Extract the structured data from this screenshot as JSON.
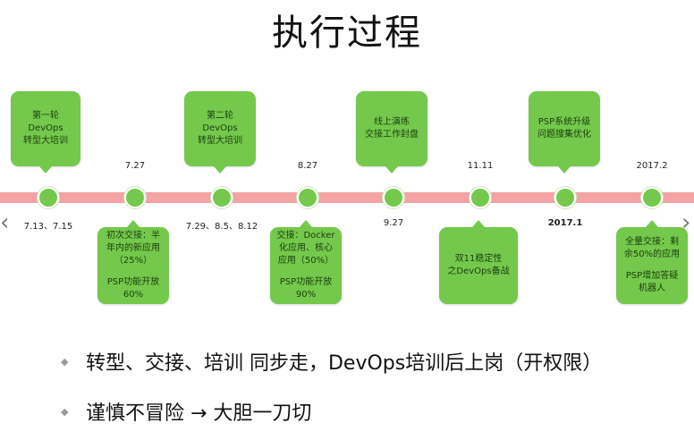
{
  "title": "执行过程",
  "timeline": {
    "boxes": [
      {
        "lines": [
          "第一轮",
          "DevOps",
          "转型大培训"
        ]
      },
      {
        "lines": [
          "初次交接：半",
          "年内的新应用",
          "（25%）",
          "",
          "PSP功能开放",
          "60%"
        ]
      },
      {
        "lines": [
          "第二轮",
          "DevOps",
          "转型大培训"
        ]
      },
      {
        "lines": [
          "交接：Docker",
          "化应用、核心",
          "应用（50%）",
          "",
          "PSP功能开放",
          "90%"
        ]
      },
      {
        "lines": [
          "线上演练",
          "交接工作封盘"
        ]
      },
      {
        "lines": [
          "双11稳定性",
          "之DevOps备战"
        ]
      },
      {
        "lines": [
          "PSP系统升级",
          "问题搜集优化"
        ]
      },
      {
        "lines": [
          "全量交接：剩",
          "余50%的应用",
          "",
          "PSP增加答疑",
          "机器人"
        ]
      }
    ],
    "dates_top": [
      "7.27",
      "8.27",
      "11.11",
      "2017.2"
    ],
    "dates_bottom": [
      "7.13、7.15",
      "7.29、8.5、8.12",
      "9.27",
      "2017.1"
    ]
  },
  "bullets": [
    "转型、交接、培训 同步走，DevOps培训后上岗（开权限）",
    "谨慎不冒险 → 大胆一刀切"
  ]
}
